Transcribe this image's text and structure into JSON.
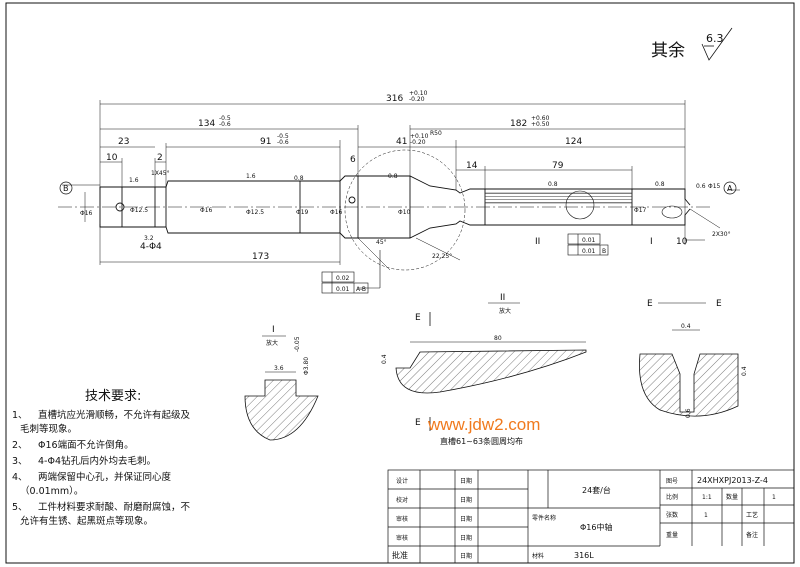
{
  "roughness": {
    "label": "其余",
    "value": "6.3"
  },
  "dims": {
    "overall": "316",
    "overall_tol_up": "+0.10",
    "overall_tol_dn": "-0.20",
    "d134": "134",
    "d134_up": "-0.5",
    "d134_dn": "-0.6",
    "d182": "182",
    "d182_up": "+0.60",
    "d182_dn": "+0.50",
    "d91": "91",
    "d91_up": "-0.5",
    "d91_dn": "-0.6",
    "d41": "41",
    "d41_up": "+0.10",
    "d41_dn": "-0.20",
    "d124": "124",
    "d23": "23",
    "d10l": "10",
    "d2": "2",
    "d6": "6",
    "d14": "14",
    "d79": "79",
    "d10r": "10",
    "d173": "173",
    "holes": "4-Φ4",
    "chamfer_l": "1X45°",
    "chamfer_r": "2X30°",
    "angle45": "45°",
    "angle22": "22.25°",
    "r32": "3.2",
    "phi50": "R50",
    "r16a": "1.6",
    "r16b": "1.6",
    "r08a": "0.8",
    "r08b": "0.8",
    "r08c": "0.8",
    "r08d": "0.8",
    "dia1": "Φ16",
    "dia2": "Φ12.5",
    "dia3": "Φ16",
    "dia4": "Φ12.5",
    "dia5": "Φ19",
    "dia6": "Φ16",
    "dia7": "Φ10",
    "dia8": "Φ17",
    "dia9": "0.6",
    "dia10": "Φ15"
  },
  "datums": {
    "B": "B",
    "A": "A"
  },
  "views": {
    "I": "I",
    "II": "II",
    "E": "E"
  },
  "tolerance": {
    "frame1_a": "0.02",
    "frame1_b": "0.01",
    "frame1_ref": "A-B",
    "frame2_a": "0.01",
    "frame2_b": "0.01",
    "frame2_ref": "B"
  },
  "detail_I": {
    "label": "I",
    "scale": "放大",
    "w": "3.6",
    "d": "Φ3.80",
    "d_tol": "-0.05"
  },
  "detail_II": {
    "label": "II",
    "scale": "放大",
    "w": "80",
    "h": "0.4"
  },
  "detail_E": {
    "label": "E",
    "w": "0.4",
    "h": "0.4",
    "d": "0.6"
  },
  "section_note": "直槽61~63条圆周均布",
  "watermark": "www.jdw2.com",
  "requirements": {
    "title": "技术要求:",
    "items": [
      {
        "n": "1、",
        "lines": [
          "直槽坑应光滑顺畅，不允许有起级及",
          "毛刺等现象。"
        ]
      },
      {
        "n": "2、",
        "lines": [
          "Φ16端面不允许倒角。"
        ]
      },
      {
        "n": "3、",
        "lines": [
          "4-Φ4钻孔后内外均去毛刺。"
        ]
      },
      {
        "n": "4、",
        "lines": [
          "两端保留中心孔，并保证同心度",
          "（0.01mm）。"
        ]
      },
      {
        "n": "5、",
        "lines": [
          "工件材料要求耐酸、耐磨耐腐蚀，不",
          "允许有生锈、起黑斑点等现象。"
        ]
      }
    ]
  },
  "title_block": {
    "design": "设计",
    "check": "校对",
    "review": "审核",
    "audit": "审核",
    "approve": "批准",
    "date": "日期",
    "units": "24套/台",
    "part_label": "零件名称",
    "part_name": "Φ16中轴",
    "material_label": "材料",
    "material": "316L",
    "drawing_no_label": "图号",
    "drawing_no": "24XHXPJ2013-Z-4",
    "scale_label": "比例",
    "scale": "1:1",
    "qty_label": "数量",
    "qty": "1",
    "sheet_label": "张数",
    "sheet": "1",
    "process_label": "工艺",
    "weight_label": "重量",
    "remark_label": "备注"
  }
}
